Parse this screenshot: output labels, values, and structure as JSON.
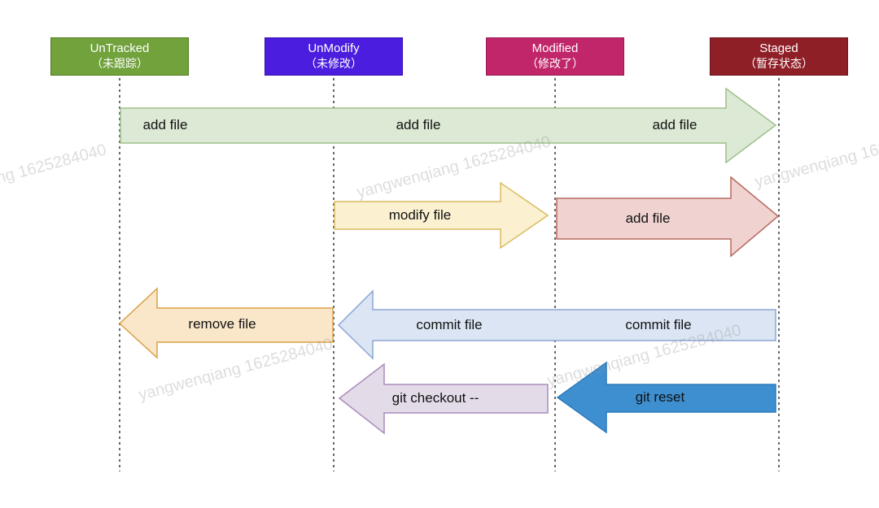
{
  "watermark": {
    "text": "yangwenqiang 1625284040",
    "color": "#dcdcdc"
  },
  "states": [
    {
      "id": "untracked",
      "en": "UnTracked",
      "zh": "（未跟踪）",
      "fill": "#71A23C"
    },
    {
      "id": "unmodify",
      "en": "UnModify",
      "zh": "（未修改）",
      "fill": "#4B1DDE"
    },
    {
      "id": "modified",
      "en": "Modified",
      "zh": "（修改了）",
      "fill": "#C02669"
    },
    {
      "id": "staged",
      "en": "Staged",
      "zh": "（暂存状态）",
      "fill": "#8E1F27"
    }
  ],
  "transitions": [
    {
      "id": "add-file-span",
      "labels": [
        "add file",
        "add file",
        "add file"
      ],
      "from": "UnTracked",
      "to": "Staged",
      "direction": "right",
      "fill": "#DCE9D5",
      "stroke": "#9DC08B"
    },
    {
      "id": "modify-file",
      "labels": [
        "modify file"
      ],
      "from": "UnModify",
      "to": "Modified",
      "direction": "right",
      "fill": "#FBF1D1",
      "stroke": "#D9BB61"
    },
    {
      "id": "add-file-stage",
      "labels": [
        "add file"
      ],
      "from": "Modified",
      "to": "Staged",
      "direction": "right",
      "fill": "#F0D3D0",
      "stroke": "#B66A5F"
    },
    {
      "id": "remove-file",
      "labels": [
        "remove file"
      ],
      "from": "UnModify",
      "to": "UnTracked",
      "direction": "left",
      "fill": "#FAE7C9",
      "stroke": "#D8A146"
    },
    {
      "id": "commit-file",
      "labels": [
        "commit file",
        "commit file"
      ],
      "from": "Staged",
      "to": "UnModify",
      "direction": "left",
      "fill": "#DBE5F4",
      "stroke": "#8CA5D4"
    },
    {
      "id": "git-checkout",
      "labels": [
        "git checkout --"
      ],
      "from": "Modified",
      "to": "UnModify",
      "direction": "left",
      "fill": "#E4DBE9",
      "stroke": "#A98BBB"
    },
    {
      "id": "git-reset",
      "labels": [
        "git reset"
      ],
      "from": "Staged",
      "to": "Modified",
      "direction": "left",
      "fill": "#3E8FD0",
      "stroke": "#2B7ABC"
    }
  ]
}
